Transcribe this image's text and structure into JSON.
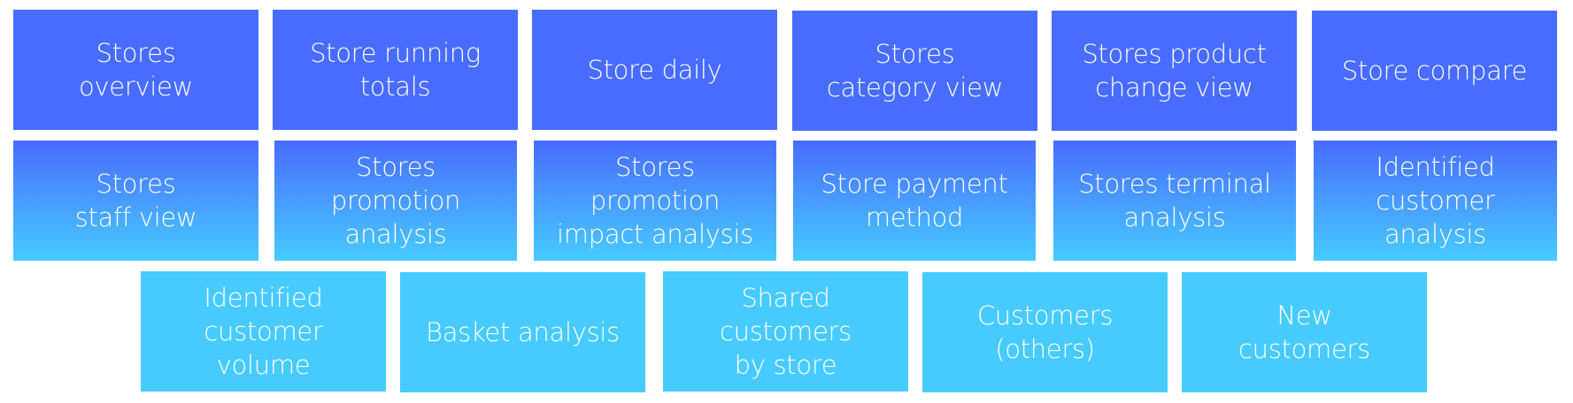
{
  "colors": {
    "blue": "#486CFF",
    "cyan": "#47CBFF",
    "text": "#FFFFFF"
  },
  "rows": [
    {
      "style": "solid-blue",
      "tiles": [
        {
          "label": "Stores\noverview"
        },
        {
          "label": "Store running\ntotals"
        },
        {
          "label": "Store daily"
        },
        {
          "label": "Stores\ncategory view"
        },
        {
          "label": "Stores product\nchange view"
        },
        {
          "label": "Store compare"
        }
      ]
    },
    {
      "style": "gradient-blue-to-cyan",
      "tiles": [
        {
          "label": "Stores\nstaff view"
        },
        {
          "label": "Stores\npromotion\nanalysis"
        },
        {
          "label": "Stores\npromotion\nimpact analysis"
        },
        {
          "label": "Store payment\nmethod"
        },
        {
          "label": "Stores terminal\nanalysis"
        },
        {
          "label": "Identified\ncustomer\nanalysis"
        }
      ]
    },
    {
      "style": "solid-cyan",
      "tiles": [
        {
          "label": "Identified\ncustomer\nvolume"
        },
        {
          "label": "Basket analysis"
        },
        {
          "label": "Shared\ncustomers\nby store"
        },
        {
          "label": "Customers\n(others)"
        },
        {
          "label": "New\ncustomers"
        }
      ]
    }
  ]
}
